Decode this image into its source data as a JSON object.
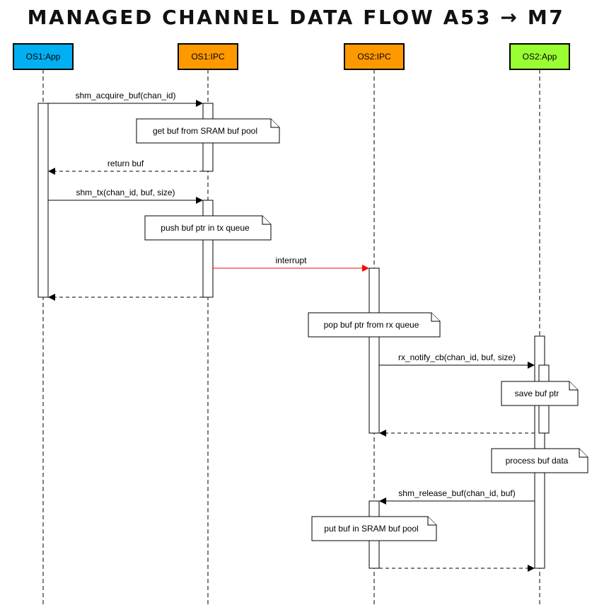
{
  "title": "MANAGED CHANNEL DATA FLOW A53 → M7",
  "participants": [
    {
      "id": "os1app",
      "label": "OS1:App",
      "color": "#00b0f0"
    },
    {
      "id": "os1ipc",
      "label": "OS1:IPC",
      "color": "#ff9900"
    },
    {
      "id": "os2ipc",
      "label": "OS2:IPC",
      "color": "#ff9900"
    },
    {
      "id": "os2app",
      "label": "OS2:App",
      "color": "#99ff33"
    }
  ],
  "activations": [
    {
      "participant": "os1app",
      "from_step": 1,
      "to_step": 6
    },
    {
      "participant": "os1ipc",
      "from_step": 1,
      "to_step": 3
    },
    {
      "participant": "os1ipc",
      "from_step": 4,
      "to_step": 6
    },
    {
      "participant": "os2ipc",
      "from_step": 7,
      "to_step": 10
    },
    {
      "participant": "os2app",
      "from_step": 8,
      "to_step": 14
    },
    {
      "participant": "os2app",
      "from_step": 9,
      "to_step": 10,
      "nested": true
    },
    {
      "participant": "os2ipc",
      "from_step": 12,
      "to_step": 14
    }
  ],
  "steps": [
    {
      "kind": "message",
      "from": "os1app",
      "to": "os1ipc",
      "label": "shm_acquire_buf(chan_id)",
      "style": "sync"
    },
    {
      "kind": "note",
      "at": "os1ipc",
      "label": "get buf from SRAM buf pool"
    },
    {
      "kind": "message",
      "from": "os1ipc",
      "to": "os1app",
      "label": "return buf",
      "style": "return"
    },
    {
      "kind": "message",
      "from": "os1app",
      "to": "os1ipc",
      "label": "shm_tx(chan_id, buf, size)",
      "style": "sync"
    },
    {
      "kind": "note",
      "at": "os1ipc",
      "label": "push buf ptr in tx queue"
    },
    {
      "kind": "message",
      "from": "os1ipc",
      "to": "os2ipc",
      "label": "interrupt",
      "style": "signal",
      "color": "#ff0000"
    },
    {
      "kind": "message",
      "from": "os1ipc",
      "to": "os1app",
      "label": "",
      "style": "return"
    },
    {
      "kind": "note",
      "at": "os2ipc",
      "label": "pop buf ptr from rx queue"
    },
    {
      "kind": "message",
      "from": "os2ipc",
      "to": "os2app",
      "label": "rx_notify_cb(chan_id, buf, size)",
      "style": "sync"
    },
    {
      "kind": "note",
      "at": "os2app",
      "label": "save buf ptr"
    },
    {
      "kind": "message",
      "from": "os2app",
      "to": "os2ipc",
      "label": "",
      "style": "return"
    },
    {
      "kind": "note",
      "at": "os2app",
      "label": "process buf data"
    },
    {
      "kind": "message",
      "from": "os2app",
      "to": "os2ipc",
      "label": "shm_release_buf(chan_id, buf)",
      "style": "sync"
    },
    {
      "kind": "note",
      "at": "os2ipc",
      "label": "put buf in SRAM buf pool"
    },
    {
      "kind": "message",
      "from": "os2ipc",
      "to": "os2app",
      "label": "",
      "style": "return"
    }
  ]
}
